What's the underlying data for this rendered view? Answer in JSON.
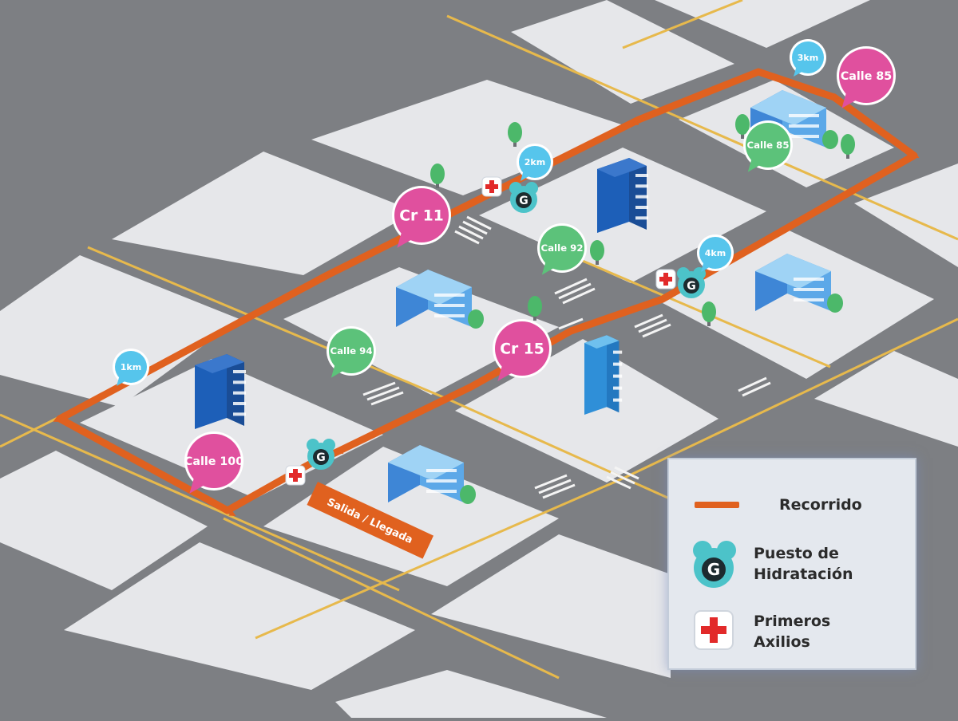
{
  "colors": {
    "street": "#7d7f83",
    "block": "#e6e7ea",
    "lane": "#e7b94c",
    "route": "#e0611f",
    "street_marker": "#e0509e",
    "calle_marker": "#5cc27a",
    "km_marker": "#56c5ec",
    "hydration": "#4cc3c9",
    "first_aid": "#e22a2a"
  },
  "markers": [
    {
      "kind": "street",
      "label": "Calle 85"
    },
    {
      "kind": "calle",
      "label": "Calle 85"
    },
    {
      "kind": "street",
      "label": "Cr 11"
    },
    {
      "kind": "calle",
      "label": "Calle 92"
    },
    {
      "kind": "calle",
      "label": "Calle 94"
    },
    {
      "kind": "street",
      "label": "Cr 15"
    },
    {
      "kind": "street",
      "label": "Calle 100"
    },
    {
      "kind": "km",
      "label": "3km"
    },
    {
      "kind": "km",
      "label": "2km"
    },
    {
      "kind": "km",
      "label": "4km"
    },
    {
      "kind": "km",
      "label": "1km"
    }
  ],
  "start_label": "Salida / Llegada",
  "hydration_letter": "G",
  "legend": {
    "route_label": "Recorrido",
    "hydration_label_line1": "Puesto de",
    "hydration_label_line2": "Hidratación",
    "first_aid_label_line1": "Primeros",
    "first_aid_label_line2": "Axilios"
  }
}
